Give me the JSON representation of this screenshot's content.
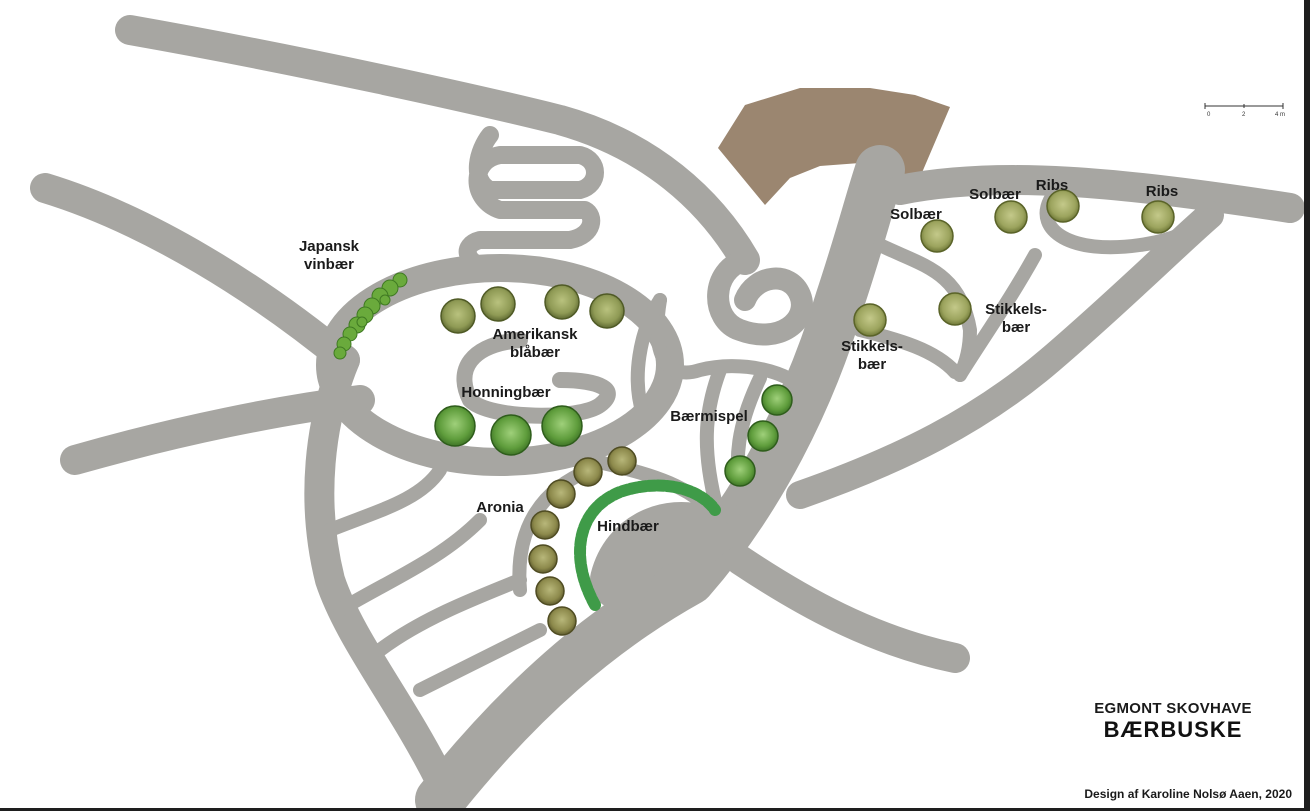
{
  "map": {
    "title_small": "EGMONT SKOVHAVE",
    "title_big": "BÆRBUSKE",
    "credit": "Design af Karoline Nolsø Aaen, 2020",
    "scale_bar": {
      "ticks": [
        "0",
        "2",
        "4 m"
      ]
    },
    "colors": {
      "path": "#a7a6a2",
      "terrace": "#9b8670",
      "shrub_light": "#a9b26a",
      "shrub_dark": "#6b7b3a",
      "hedge": "#3f9b48",
      "grape": "#6aaa3c"
    }
  },
  "labels": [
    {
      "id": "japansk-vinbaer",
      "text": "Japansk\nvinbær"
    },
    {
      "id": "amerikansk-blabaer",
      "text": "Amerikansk\nblåbær"
    },
    {
      "id": "honningbaer",
      "text": "Honningbær"
    },
    {
      "id": "baermispel",
      "text": "Bærmispel"
    },
    {
      "id": "aronia",
      "text": "Aronia"
    },
    {
      "id": "hindbaer",
      "text": "Hindbær"
    },
    {
      "id": "stikkelsbaer-1",
      "text": "Stikkels-\nbær"
    },
    {
      "id": "stikkelsbaer-2",
      "text": "Stikkels-\nbær"
    },
    {
      "id": "solbaer-1",
      "text": "Solbær"
    },
    {
      "id": "solbaer-2",
      "text": "Solbær"
    },
    {
      "id": "ribs-1",
      "text": "Ribs"
    },
    {
      "id": "ribs-2",
      "text": "Ribs"
    }
  ]
}
